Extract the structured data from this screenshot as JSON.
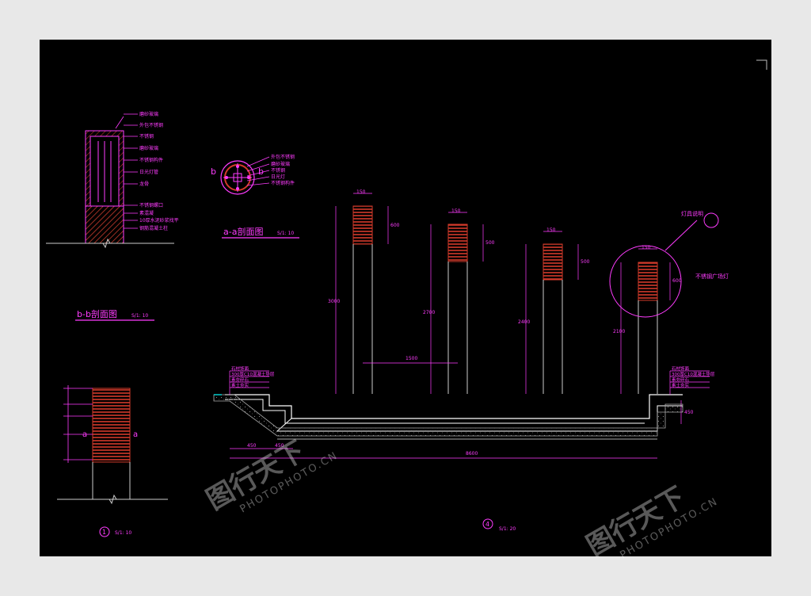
{
  "labels": {
    "section_aa": "a-a剖面图",
    "section_aa_scale": "S/1: 10",
    "section_bb": "b-b剖面图",
    "section_bb_scale": "S/1: 10",
    "detail1_num": "1",
    "detail1_scale": "S/1: 10",
    "detail4_num": "4",
    "detail4_scale": "S/1: 20",
    "marker_b": "b",
    "marker_a": "a",
    "lamp_label": "灯具说明",
    "lamp_note": "不锈钢广场灯"
  },
  "dimensions": {
    "top_widths": [
      "150",
      "150",
      "150",
      "150"
    ],
    "light_heights": [
      "600",
      "500",
      "500",
      "600"
    ],
    "pole_heights": [
      "3000",
      "2700",
      "2400",
      "2100"
    ],
    "spacing": "1500",
    "bottom_total": "8600",
    "bottom_seg1": "450",
    "bottom_seg2": "450",
    "right_height": "450"
  },
  "annotations": {
    "elev_left": [
      "磨砂玻璃",
      "外包不锈钢",
      "不锈钢",
      "磨砂玻璃",
      "不锈钢构件",
      "日光灯管",
      "龙骨",
      "不锈钢螺口",
      "素混凝",
      "10厚水泥砂浆找平",
      "钢筋混凝土柱"
    ],
    "plan": [
      "外包不锈钢",
      "磨砂玻璃",
      "不锈钢",
      "日光灯",
      "不锈钢构件"
    ],
    "step_left": [
      "石材饰面",
      "300厚C10混凝土垫层",
      "素夯碎石",
      "素土夯实"
    ],
    "step_right": [
      "石材饰面",
      "300厚C10混凝土垫层",
      "素夯碎石",
      "素土夯实"
    ]
  },
  "watermark": {
    "brand_cn": "图行天下",
    "brand_en": "PHOTOPHOTO.CN"
  },
  "colors": {
    "background": "#000000",
    "lines": "#ff3cff",
    "hatch": "#d23a2a",
    "outline": "#ffffff",
    "accent": "#00ffff",
    "border": "#e8e8e8"
  }
}
